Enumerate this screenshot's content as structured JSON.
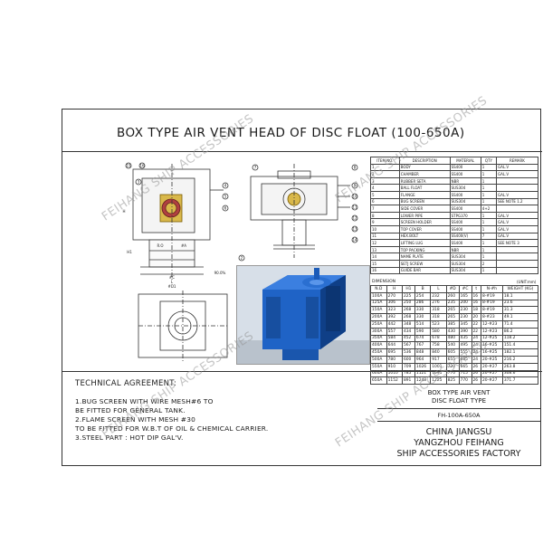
{
  "title": "BOX TYPE AIR VENT HEAD OF DISC FLOAT (100-650A)",
  "watermark": "FEIHANG SHIP ACCESSORIES",
  "drawing": {
    "callouts": [
      "15",
      "16",
      "3",
      "4",
      "5",
      "6",
      "7",
      "8",
      "9",
      "10",
      "11",
      "12",
      "13",
      "14",
      "2",
      "1"
    ],
    "dim_labels": [
      "H",
      "H1",
      "L",
      "#C",
      "R.O",
      "#D1",
      "#A",
      "90.0%"
    ]
  },
  "bom": {
    "headers": [
      "ITEM NO.",
      "DESCRIPTION",
      "MATERIAL",
      "QTY",
      "REMARK"
    ],
    "rows": [
      [
        "1",
        "BODY",
        "SS400",
        "1",
        "GAL.V"
      ],
      [
        "2",
        "CHAMBER",
        "SS400",
        "1",
        "GAL.V"
      ],
      [
        "3",
        "RUBBER SETA",
        "NBR",
        "1",
        ""
      ],
      [
        "4",
        "BALL FLOAT",
        "SUS304",
        "1",
        ""
      ],
      [
        "5",
        "FLANGE",
        "SS400",
        "1",
        "GAL.V"
      ],
      [
        "6",
        "BUG SCREEN",
        "SUS304",
        "1",
        "SEE NOTE 1.2"
      ],
      [
        "7",
        "SIDE COVER",
        "SS400",
        "4+2",
        ""
      ],
      [
        "8",
        "LOWER PIPE",
        "STPG370",
        "1",
        "GAL.V"
      ],
      [
        "9",
        "SCREEN HOLDER",
        "SS400",
        "1",
        "GAL.V"
      ],
      [
        "10",
        "TOP COVER",
        "SS400",
        "1",
        "GAL.V"
      ],
      [
        "11",
        "HEX.BOLT",
        "SS400(V)",
        "7",
        "GAL.V"
      ],
      [
        "12",
        "LIFTING LUG",
        "SS400",
        "1",
        "SEE NOTE 3"
      ],
      [
        "13",
        "TOP PACKING",
        "NBR",
        "1",
        ""
      ],
      [
        "14",
        "NAME PLATE",
        "SUS304",
        "1",
        ""
      ],
      [
        "15",
        "SETJ SCREW",
        "SUS304",
        "2",
        ""
      ],
      [
        "16",
        "GUIDE BAR",
        "SUS304",
        "1",
        ""
      ]
    ]
  },
  "dimension": {
    "caption": "DIMENSION",
    "unit": "(UNIT:mm)",
    "headers": [
      "N.D",
      "H",
      "H1",
      "B",
      "L",
      "#D",
      "#C",
      "t",
      "N-#h",
      "WEIGHT (KG)"
    ],
    "rows": [
      [
        "100A",
        "270",
        "225",
        "254",
        "232",
        "260",
        "165",
        "16",
        "8-#19",
        "18.1"
      ],
      [
        "125A",
        "306",
        "250",
        "286",
        "276",
        "235",
        "200",
        "16",
        "8-#19",
        "23.6"
      ],
      [
        "150A",
        "323",
        "268",
        "330",
        "318",
        "265",
        "230",
        "18",
        "8-#19",
        "31.3"
      ],
      [
        "200A",
        "392",
        "268",
        "330",
        "318",
        "265",
        "230",
        "20",
        "8-#23",
        "49.1"
      ],
      [
        "250A",
        "442",
        "348",
        "514",
        "523",
        "385",
        "345",
        "22",
        "12-#23",
        "71.4"
      ],
      [
        "300A",
        "557",
        "434",
        "590",
        "580",
        "430",
        "390",
        "22",
        "12-#23",
        "86.2"
      ],
      [
        "350A",
        "584",
        "452",
        "674",
        "678",
        "480",
        "435",
        "24",
        "12-#25",
        "118.2"
      ],
      [
        "400A",
        "644",
        "567",
        "767",
        "758",
        "540",
        "495",
        "24",
        "16-#25",
        "151.4"
      ],
      [
        "450A",
        "695",
        "536",
        "848",
        "840",
        "605",
        "555",
        "24",
        "16-#25",
        "182.1"
      ],
      [
        "500A",
        "780",
        "600",
        "964",
        "917",
        "655",
        "605",
        "24",
        "20-#25",
        "216.2"
      ],
      [
        "550A",
        "910",
        "709",
        "1026",
        "1001",
        "720",
        "665",
        "26",
        "20-#27",
        "263.8"
      ],
      [
        "600A",
        "1010",
        "785",
        "1121",
        "1091",
        "770",
        "715",
        "26",
        "20-#27",
        "308.6"
      ],
      [
        "650A",
        "1152",
        "891",
        "1248",
        "1225",
        "825",
        "770",
        "26",
        "20-#27",
        "371.7"
      ]
    ]
  },
  "tech": {
    "title": "TECHNICAL AGREEMENT:",
    "notes": [
      "1.BUG SCREEN WITH WIRE MESH#6 TO",
      "BE FITTED FOR GENERAL TANK.",
      "2.FLAME SCREEN WITH MESH #30",
      "TO BE FITTED FOR W.B.T OF OIL & CHEMICAL CARRIER.",
      "3.STEEL PART : HOT DIP GAL'V."
    ]
  },
  "title_block": {
    "name_line1": "BOX TYPE AIR VENT",
    "name_line2": "DISC FLOAT TYPE",
    "code": "FH-100A-650A",
    "company_line1": "CHINA JIANGSU",
    "company_line2": "YANGZHOU FEIHANG",
    "company_line3": "SHIP ACCESSORIES FACTORY"
  },
  "colors": {
    "line": "#333333",
    "vent_blue": "#1f63c6",
    "hatch_red": "#b04040",
    "hatch_yellow": "#d9b84a"
  }
}
